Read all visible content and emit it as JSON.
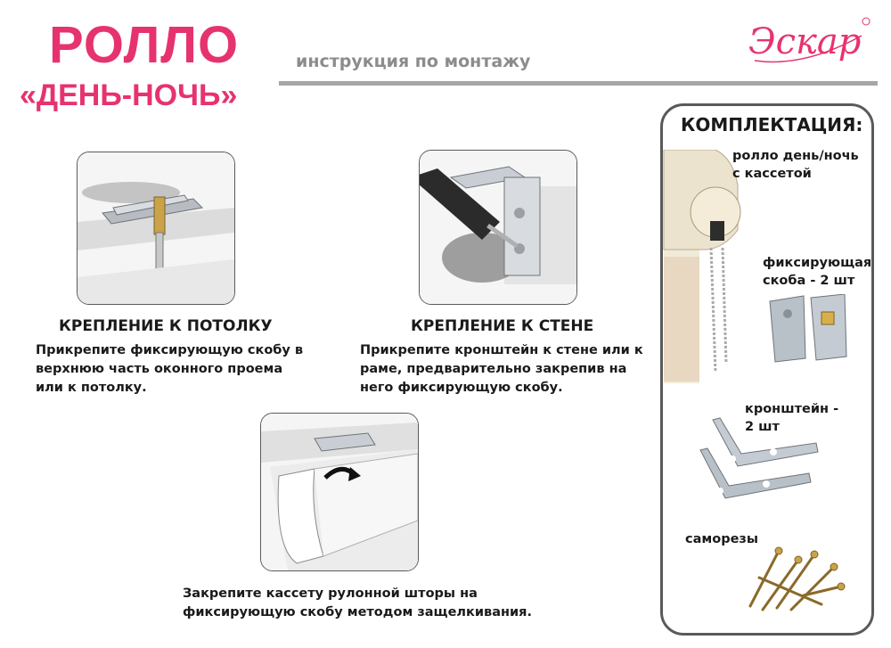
{
  "header": {
    "title_line1": "РОЛЛО",
    "title_line2": "«ДЕНЬ-НОЧЬ»",
    "subtitle": "инструкция по монтажу",
    "brand": "Эскар"
  },
  "sections": {
    "ceiling": {
      "heading": "КРЕПЛЕНИЕ К ПОТОЛКУ",
      "text": "Прикрепите фиксирующую скобу в верхнюю часть оконного проема или к потолку."
    },
    "wall": {
      "heading": "КРЕПЛЕНИЕ К СТЕНЕ",
      "text": "Прикрепите кронштейн к стене или к раме, предварительно закрепив на него фиксирующую скобу."
    },
    "snap": {
      "text": "Закрепите кассету рулонной шторы на фиксирующую скобу методом защелкивания."
    }
  },
  "kit": {
    "title": "КОМПЛЕКТАЦИЯ:",
    "items": [
      {
        "label": "ролло день/ночь\nс кассетой",
        "icon": "roller-blind-cassette-icon"
      },
      {
        "label": "фиксирующая\nскоба - 2 шт",
        "icon": "fixing-bracket-icon"
      },
      {
        "label": "кронштейн -\n2 шт",
        "icon": "angle-bracket-icon"
      },
      {
        "label": "саморезы",
        "icon": "screws-icon"
      }
    ]
  },
  "colors": {
    "accent": "#e6336e",
    "subtitle_gray": "#8c8c8c",
    "rule_gray": "#a6a6a6",
    "frame": "#5a5a5a"
  }
}
